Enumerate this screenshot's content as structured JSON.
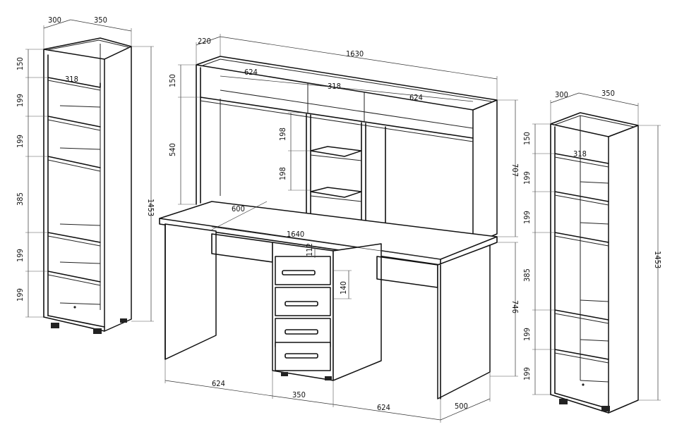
{
  "dimensions": {
    "left_shelf": {
      "depth": "300",
      "width": "350",
      "inner_width": "318",
      "height": "1453",
      "gaps": [
        "150",
        "199",
        "199",
        "385",
        "199",
        "199"
      ]
    },
    "desk": {
      "depth_top": "220",
      "hutch_width": "1630",
      "hutch_sections": [
        "624",
        "318",
        "624"
      ],
      "hutch_top_gap": "150",
      "hutch_height": "540",
      "hutch_shelf_gaps": [
        "198",
        "198"
      ],
      "hutch_total": "707",
      "desk_depth": "600",
      "desk_width": "1640",
      "drawer_top": "112",
      "drawer_height": "140",
      "desk_height": "746",
      "base_sections": [
        "624",
        "350",
        "624"
      ],
      "base_depth": "500"
    },
    "right_shelf": {
      "depth": "300",
      "width": "350",
      "inner_width": "318",
      "height": "1453",
      "gaps": [
        "150",
        "199",
        "199",
        "385",
        "199",
        "199"
      ]
    }
  }
}
